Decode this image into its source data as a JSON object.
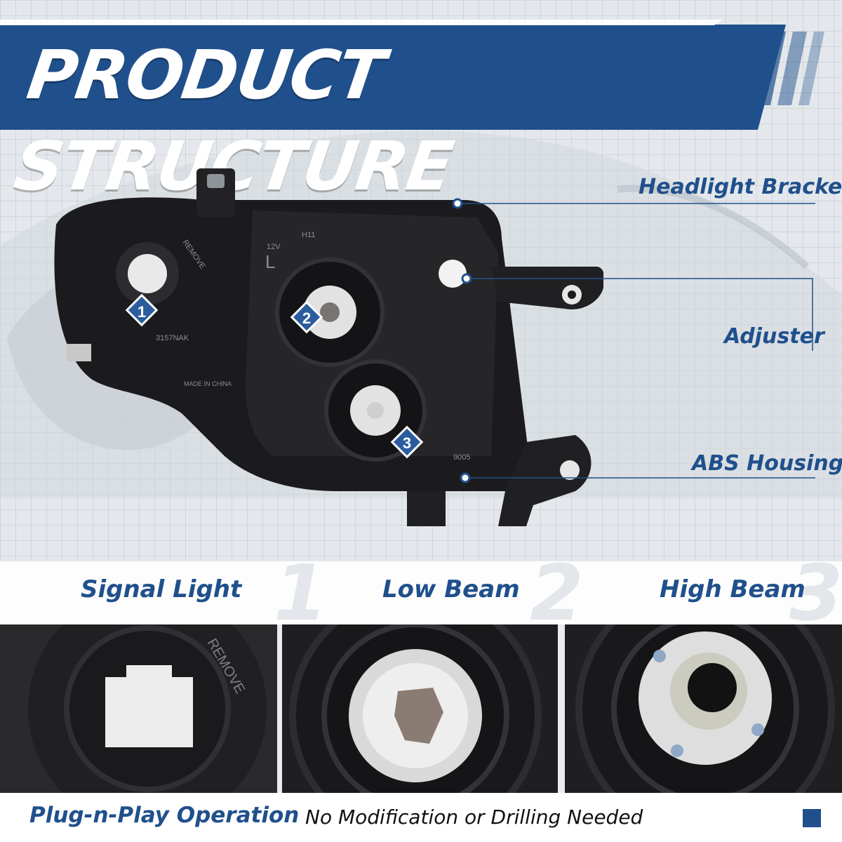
{
  "banner": {
    "title": "PRODUCT STRUCTURE",
    "accent_color": "#20508c"
  },
  "callouts": [
    {
      "label": "Headlight Bracket"
    },
    {
      "label": "Adjuster"
    },
    {
      "label": "ABS Housing"
    }
  ],
  "markers": [
    {
      "number": "1"
    },
    {
      "number": "2"
    },
    {
      "number": "3"
    }
  ],
  "product_markings": {
    "remove": "REMOVE",
    "bulb_1": "3157NAK",
    "voltage": "12V",
    "side": "L",
    "bulb_2": "H11",
    "origin": "MADE IN CHINA",
    "bulb_3": "9005"
  },
  "features": [
    {
      "label": "Signal Light",
      "number": "1"
    },
    {
      "label": "Low Beam",
      "number": "2"
    },
    {
      "label": "High Beam",
      "number": "3"
    }
  ],
  "closeups": {
    "signal_text": "REMOVE"
  },
  "footer": {
    "lead": "Plug-n-Play Operation",
    "sub": "No Modification or Drilling Needed"
  },
  "colors": {
    "brand_blue": "#20508c",
    "housing_black": "#1b1b1e"
  }
}
